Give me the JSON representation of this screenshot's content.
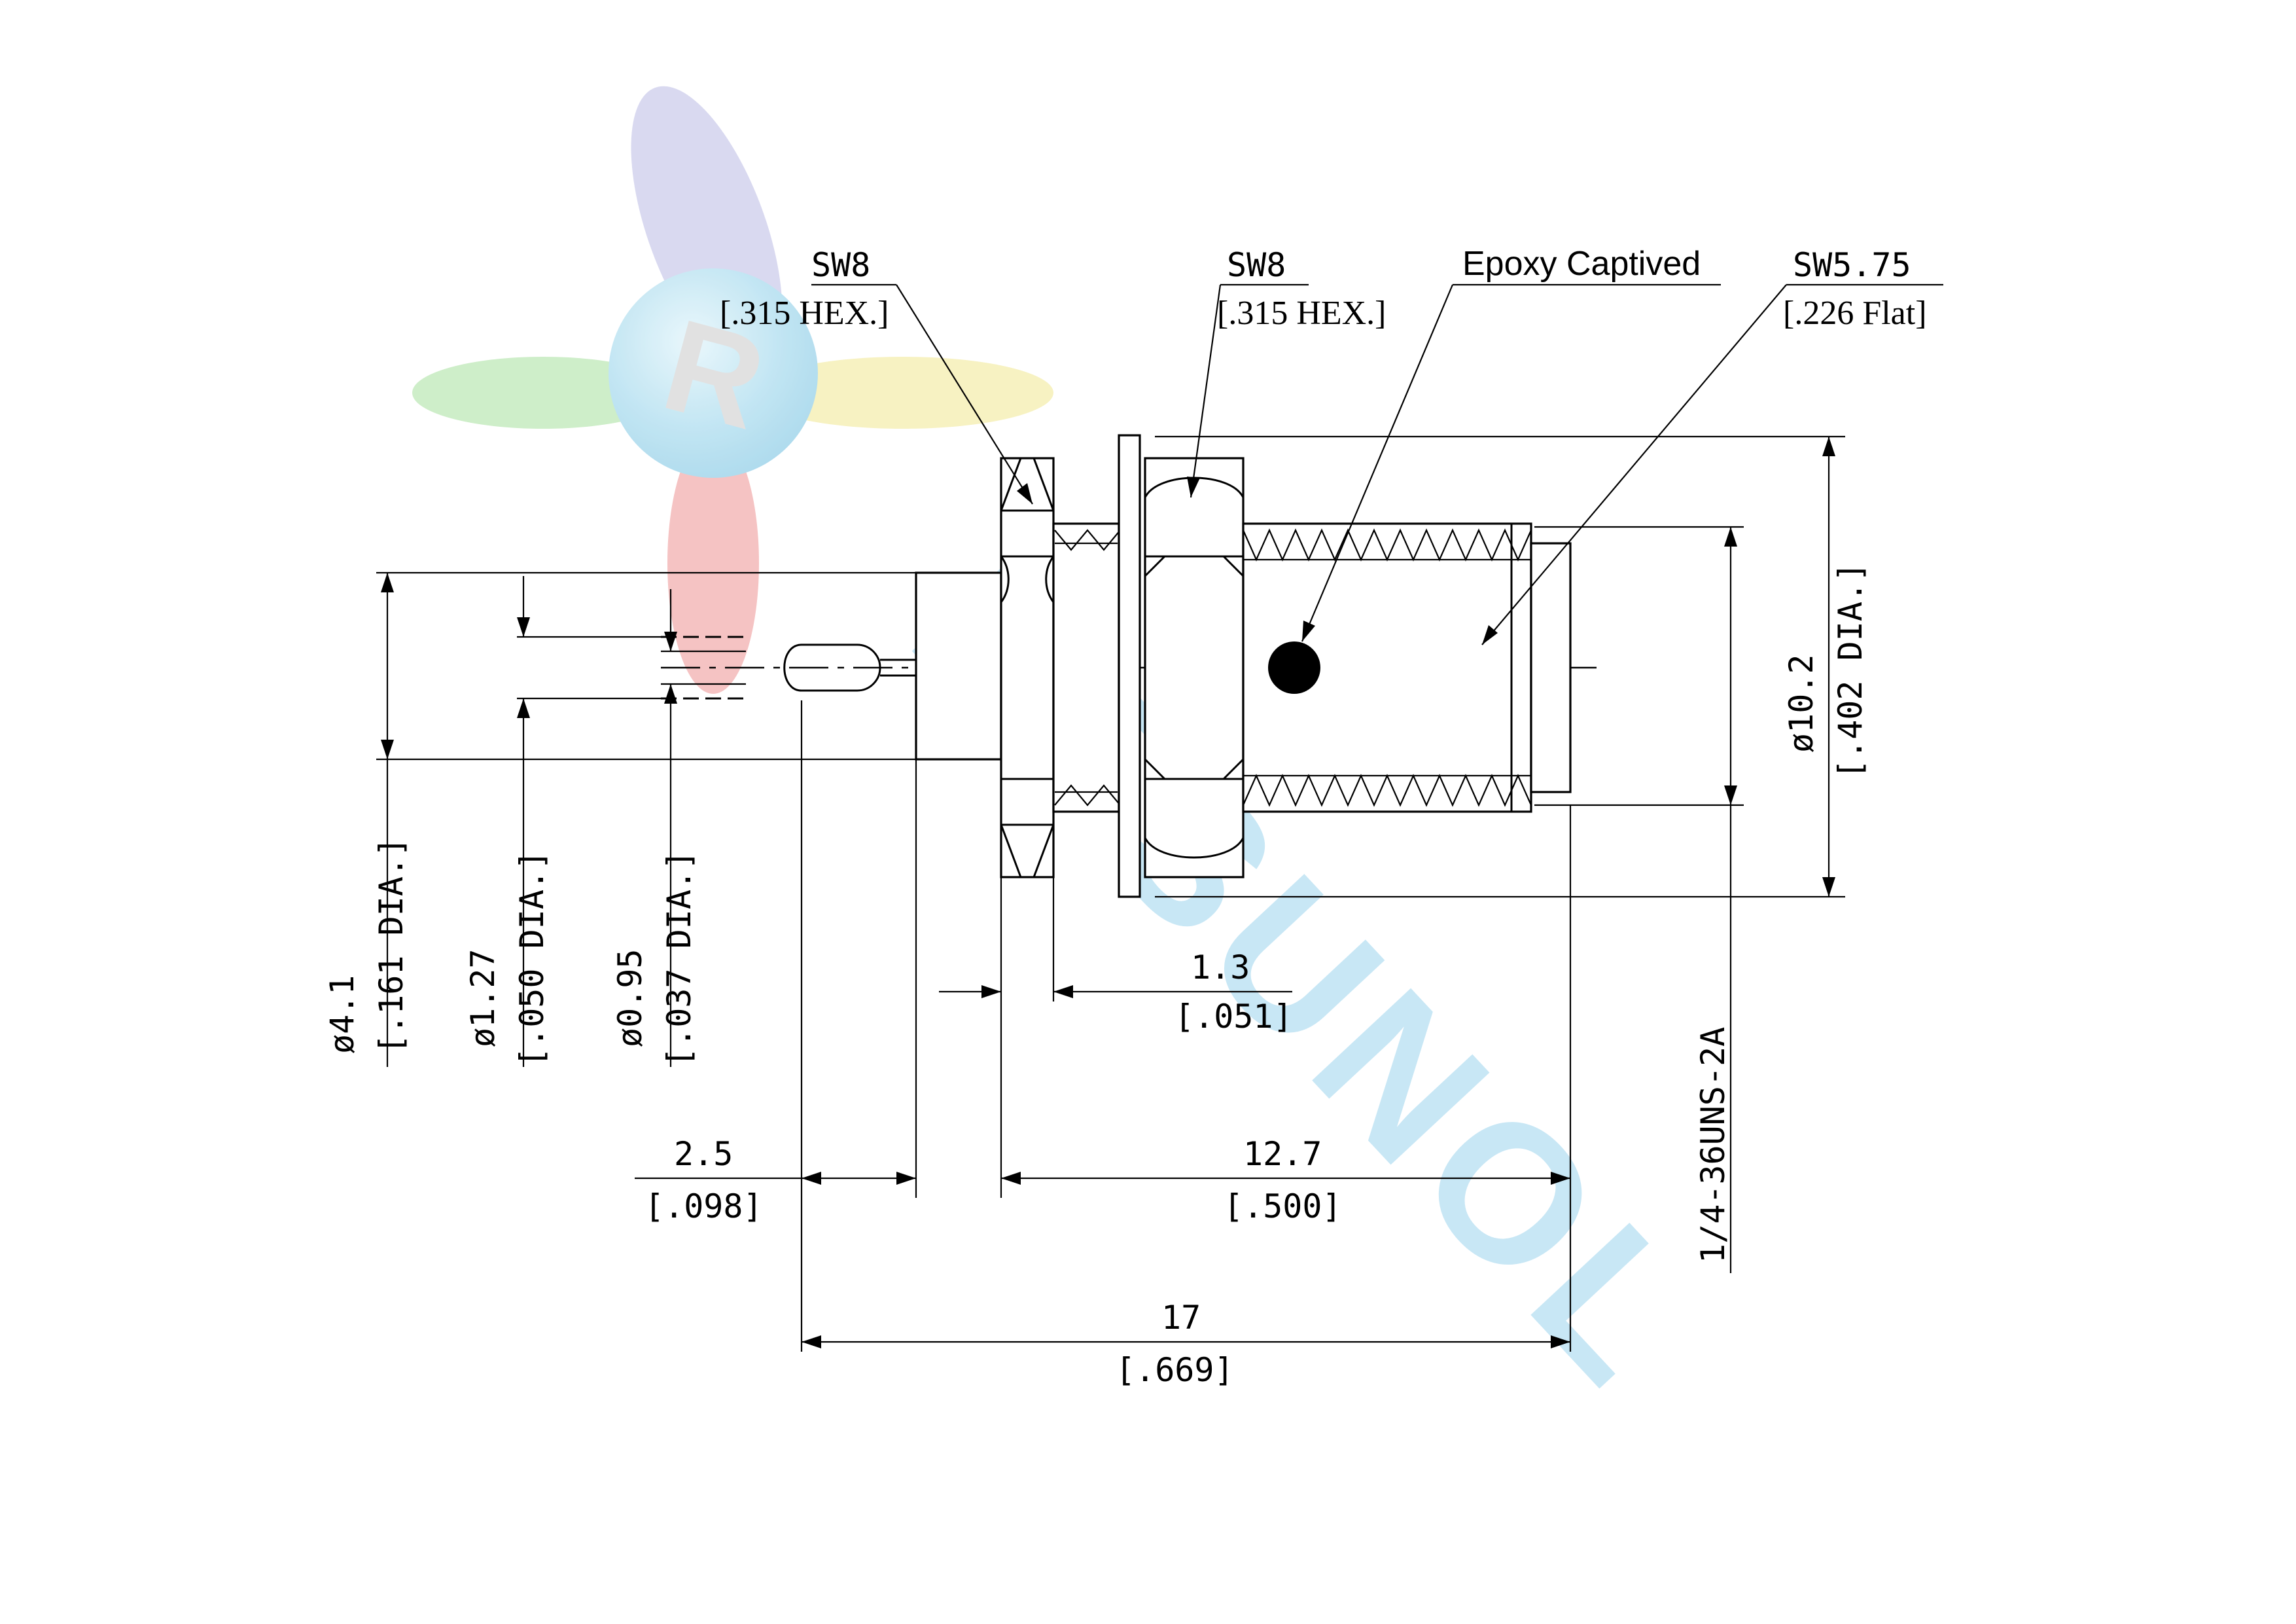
{
  "watermark": {
    "logo_letter": "R",
    "text": "RFSUNOL"
  },
  "callouts": {
    "left_hex": {
      "size": "SW8",
      "detail": "[.315 HEX.]"
    },
    "right_hex": {
      "size": "SW8",
      "detail": "[.315 HEX.]"
    },
    "epoxy": {
      "label": "Epoxy Captived"
    },
    "flat": {
      "size": "SW5.75",
      "detail": "[.226 Flat]"
    }
  },
  "dimensions": {
    "dia_body": {
      "mm": "ø10.2",
      "inch": "[.402 DIA.]"
    },
    "dia_4_1": {
      "mm": "ø4.1",
      "inch": "[.161 DIA.]"
    },
    "dia_1_27": {
      "mm": "ø1.27",
      "inch": "[.050 DIA.]"
    },
    "dia_0_95": {
      "mm": "ø0.95",
      "inch": "[.037 DIA.]"
    },
    "len_1_3": {
      "mm": "1.3",
      "inch": "[.051]"
    },
    "len_2_5": {
      "mm": "2.5",
      "inch": "[.098]"
    },
    "len_12_7": {
      "mm": "12.7",
      "inch": "[.500]"
    },
    "len_17": {
      "mm": "17",
      "inch": "[.669]"
    },
    "thread": {
      "spec": "1/4-36UNS-2A"
    }
  },
  "colors": {
    "line": "#000000",
    "watermark_blue": "#bfe3f4",
    "watermark_red": "#f4b9b9",
    "watermark_green": "#c6ebc0",
    "watermark_yellow": "#f6f0b8",
    "watermark_purple": "#d3d3ee"
  }
}
